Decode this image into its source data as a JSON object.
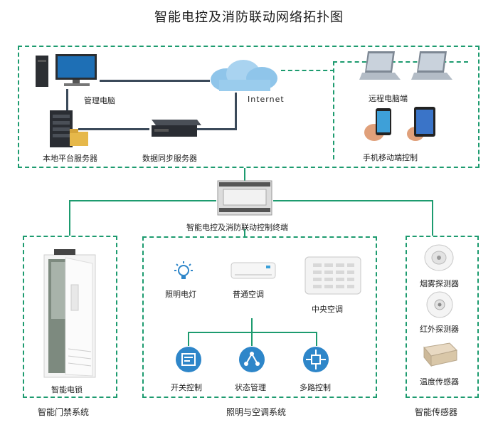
{
  "title": "智能电控及消防联动网络拓扑图",
  "top": {
    "management_pc": "管理电脑",
    "local_server": "本地平台服务器",
    "sync_server": "数据同步服务器",
    "internet": "Internet",
    "remote_pc": "远程电脑端",
    "mobile": "手机移动端控制"
  },
  "controller": {
    "label": "智能电控及消防联动控制终端"
  },
  "access": {
    "device": "智能电锁",
    "group": "智能门禁系统"
  },
  "lighting": {
    "group": "照明与空调系统",
    "lamp": "照明电灯",
    "ac": "普通空调",
    "central_ac": "中央空调",
    "switch": "开关控制",
    "status": "状态管理",
    "multi": "多路控制"
  },
  "sensors": {
    "group": "智能传感器",
    "smoke": "烟雾探测器",
    "infrared": "红外探测器",
    "temp": "温度传感器"
  },
  "colors": {
    "accent": "#1d9b6f",
    "cable": "#3b4a5a",
    "icon_blue": "#2e86c9"
  }
}
